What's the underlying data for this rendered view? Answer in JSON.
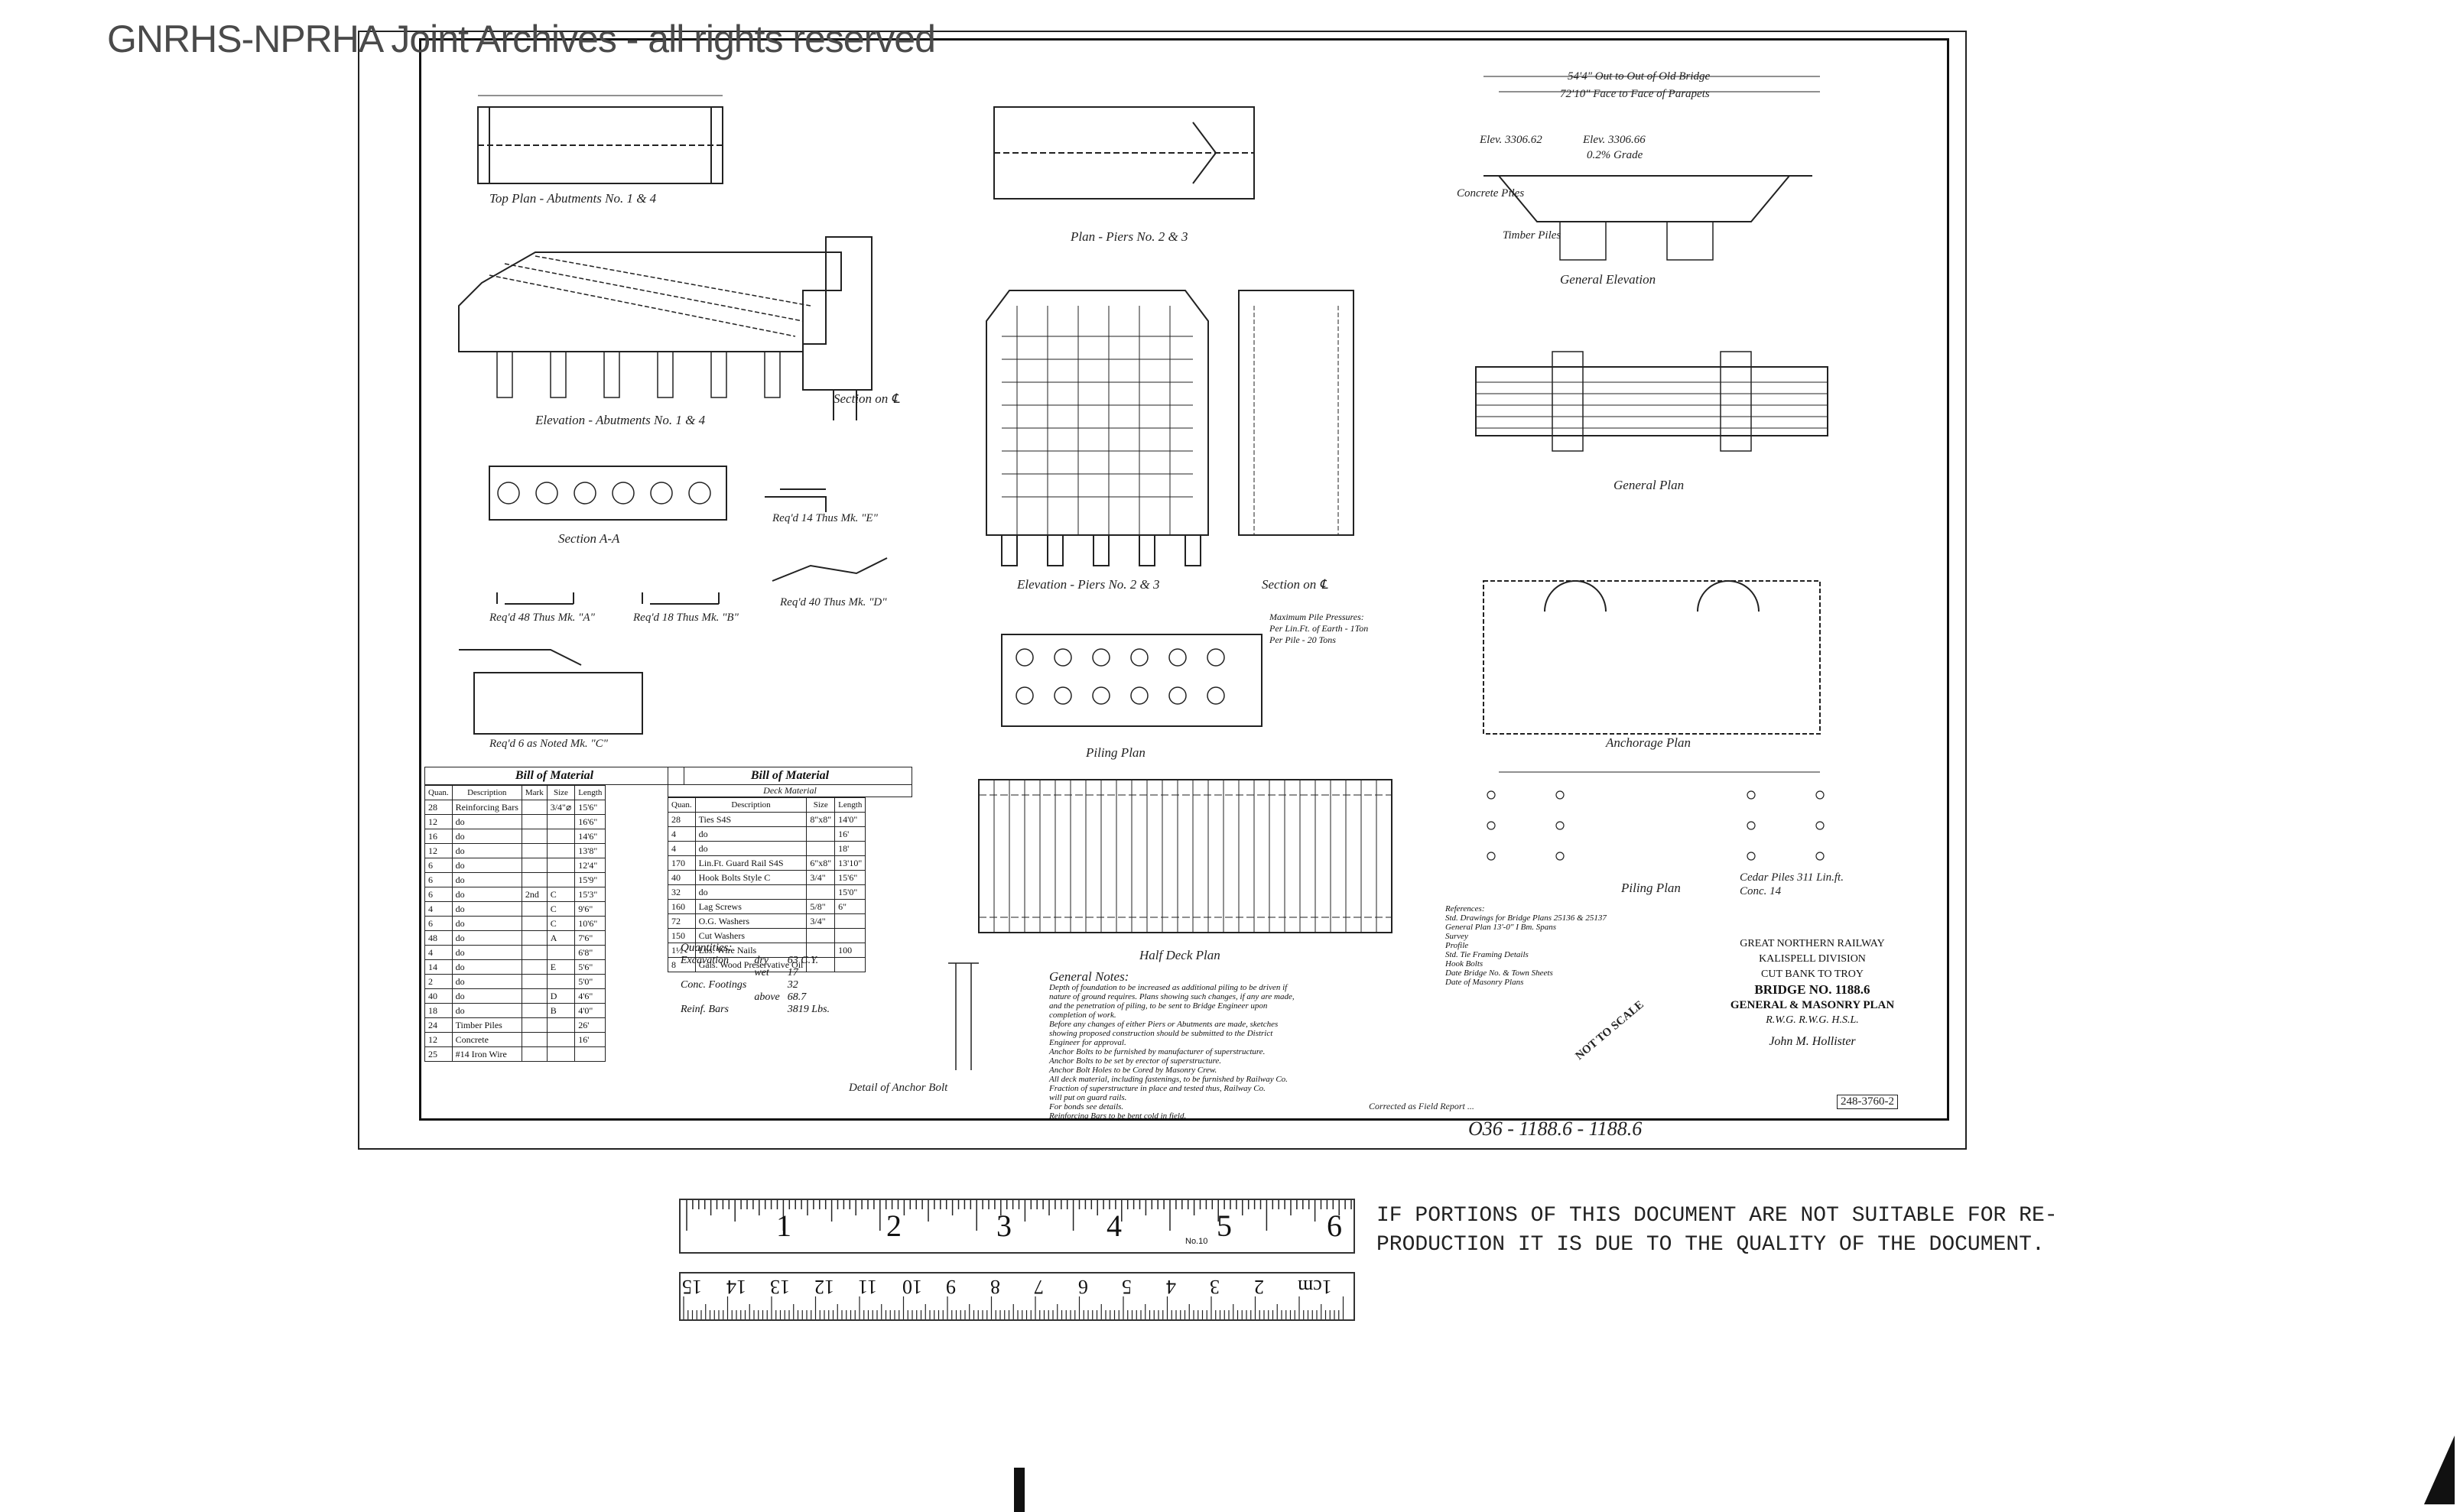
{
  "watermark": "GNRHS-NPRHA Joint Archives - all rights reserved",
  "views": {
    "top_plan_abutments": "Top Plan - Abutments No. 1 & 4",
    "elevation_abutments": "Elevation - Abutments No. 1 & 4",
    "section_on_cl_1": "Section on ℄",
    "section_aa": "Section A-A",
    "plan_piers": "Plan - Piers No. 2 & 3",
    "elevation_piers": "Elevation - Piers No. 2 & 3",
    "section_on_cl_2": "Section on ℄",
    "piling_plan_piers": "Piling Plan",
    "general_elevation": "General Elevation",
    "general_plan": "General Plan",
    "anchorage_plan": "Anchorage Plan",
    "piling_plan_right": "Piling Plan",
    "half_deck_plan": "Half Deck Plan",
    "detail_anchor_bolt": "Detail of Anchor Bolt",
    "general_notes": "General Notes:"
  },
  "bars": {
    "req_14": "Req'd 14 Thus Mk. \"E\"",
    "req_48": "Req'd 48 Thus Mk. \"A\"",
    "req_18": "Req'd 18 Thus Mk. \"B\"",
    "req_40": "Req'd 40 Thus Mk. \"D\"",
    "req_6": "Req'd 6 as Noted Mk. \"C\""
  },
  "dims": {
    "out_to_out": "54'4\" Out to Out of Old Bridge",
    "face_to_face": "72'10\" Face to Face of Parapets",
    "elev_left": "Elev. 3306.62",
    "elev_mid": "Elev. 3306.66",
    "grade": "0.2% Grade",
    "concrete_piles": "Concrete Piles",
    "timber_piles": "Timber Piles",
    "cedar_piles": "Cedar Piles  311 Lin.ft.",
    "conc_cy": "Conc.    14"
  },
  "bom_left": {
    "title": "Bill of Material",
    "headers": [
      "Quan.",
      "Description",
      "Mark",
      "Size",
      "Length"
    ],
    "rows": [
      [
        "28",
        "Reinforcing Bars",
        "",
        "3/4\"⌀",
        "15'6\""
      ],
      [
        "12",
        "do",
        "",
        "",
        "16'6\""
      ],
      [
        "16",
        "do",
        "",
        "",
        "14'6\""
      ],
      [
        "12",
        "do",
        "",
        "",
        "13'8\""
      ],
      [
        "6",
        "do",
        "",
        "",
        "12'4\""
      ],
      [
        "6",
        "do",
        "",
        "",
        "15'9\""
      ],
      [
        "6",
        "do",
        "2nd",
        "C",
        "15'3\""
      ],
      [
        "4",
        "do",
        "",
        "C",
        "9'6\""
      ],
      [
        "6",
        "do",
        "",
        "C",
        "10'6\""
      ],
      [
        "48",
        "do",
        "",
        "A",
        "7'6\""
      ],
      [
        "4",
        "do",
        "",
        "",
        "6'8\""
      ],
      [
        "14",
        "do",
        "",
        "E",
        "5'6\""
      ],
      [
        "2",
        "do",
        "",
        "",
        "5'0\""
      ],
      [
        "40",
        "do",
        "",
        "D",
        "4'6\""
      ],
      [
        "18",
        "do",
        "",
        "B",
        "4'0\""
      ],
      [
        "24",
        "Timber Piles",
        "",
        "",
        "26'"
      ],
      [
        "12",
        "Concrete",
        "",
        "",
        "16'"
      ],
      [
        "25",
        "#14 Iron Wire",
        "",
        "",
        ""
      ]
    ]
  },
  "bom_right": {
    "title": "Bill of Material",
    "subtitle": "Deck Material",
    "headers": [
      "Quan.",
      "Description",
      "Size",
      "Length"
    ],
    "rows": [
      [
        "28",
        "Ties S4S",
        "8\"x8\"",
        "14'0\""
      ],
      [
        "4",
        "do",
        "",
        "16'"
      ],
      [
        "4",
        "do",
        "",
        "18'"
      ],
      [
        "170",
        "Lin.Ft. Guard Rail S4S",
        "6\"x8\"",
        "13'10\""
      ],
      [
        "40",
        "Hook Bolts Style C",
        "3/4\"",
        "15'6\""
      ],
      [
        "32",
        "do",
        "",
        "15'0\""
      ],
      [
        "160",
        "Lag Screws",
        "5/8\"",
        "6\""
      ],
      [
        "72",
        "O.G. Washers",
        "3/4\"",
        ""
      ],
      [
        "150",
        "Cut Washers",
        "",
        ""
      ],
      [
        "1½",
        "Lbs. Wire Nails",
        "",
        "100"
      ],
      [
        "8",
        "Gals. Wood Preservative Oil",
        "",
        ""
      ]
    ]
  },
  "quantities": {
    "title": "Quantities:",
    "rows": [
      [
        "Excavation",
        "dry",
        "63 C.Y."
      ],
      [
        "",
        "wet",
        "17"
      ],
      [
        "Conc. Footings",
        "",
        "32"
      ],
      [
        "",
        "above",
        "68.7"
      ],
      [
        "Reinf. Bars",
        "",
        "3819 Lbs."
      ]
    ]
  },
  "general_notes_text": "Depth of foundation to be increased as additional piling to be driven if\nnature of ground requires. Plans showing such changes, if any are made,\nand the penetration of piling, to be sent to Bridge Engineer upon\ncompletion of work.\nBefore any changes of either Piers or Abutments are made, sketches\nshowing proposed construction should be submitted to the District\nEngineer for approval.\nAnchor Bolts to be furnished by manufacturer of superstructure.\nAnchor Bolts to be set by erector of superstructure.\nAnchor Bolt Holes to be Cored by Masonry Crew.\nAll deck material, including fastenings, to be furnished by Railway Co.\nFraction of superstructure in place and tested thus, Railway Co.\nwill put on guard rails.\nFor bonds see details.\nReinforcing Bars to be bent cold in field.",
  "references": "References:\nStd. Drawings for Bridge Plans 25136 & 25137\nGeneral Plan 13'-0\" I Bm. Spans\nSurvey\nProfile\nStd. Tie Framing Details\nHook Bolts\nDate Bridge No. & Town Sheets\nDate of Masonry Plans",
  "piles_note": "Maximum Pile Pressures:\nPer Lin.Ft. of Earth - 1Ton\nPer Pile - 20 Tons",
  "title_block": {
    "railway": "GREAT NORTHERN RAILWAY",
    "division": "KALISPELL DIVISION",
    "location": "CUT BANK TO TROY",
    "bridge": "BRIDGE NO. 1188.6",
    "plan": "GENERAL & MASONRY PLAN",
    "initials": "R.W.G.     R.W.G.     H.S.L.",
    "signature": "John M. Hollister"
  },
  "not_to_scale": "NOT TO SCALE",
  "drawing_number": "248-3760-2",
  "footer_stamp": "Corrected as Field Report ...",
  "file_number": "O36 - 1188.6 - 1188.6",
  "ruler_top": [
    "1",
    "2",
    "3",
    "4",
    "5",
    "6"
  ],
  "ruler_bottom": [
    "15",
    "14",
    "13",
    "12",
    "11",
    "10",
    "9",
    "8",
    "7",
    "6",
    "5",
    "4",
    "3",
    "2",
    "1cm"
  ],
  "ruler_label": "No.10",
  "notice_line1": "IF PORTIONS OF THIS DOCUMENT ARE NOT SUITABLE FOR RE-",
  "notice_line2": "PRODUCTION IT IS DUE TO THE QUALITY OF THE DOCUMENT."
}
